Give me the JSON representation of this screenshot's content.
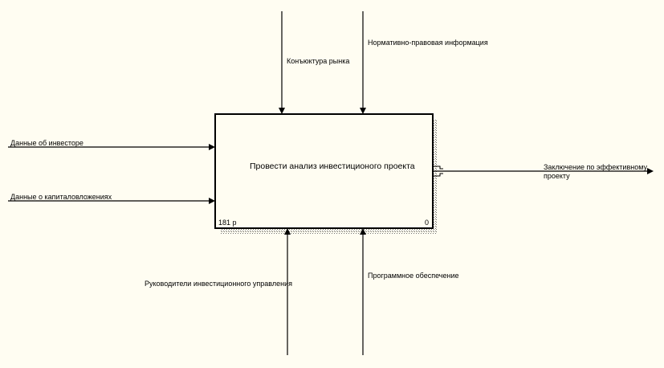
{
  "diagram": {
    "activity": {
      "title": "Провести анализ инвестиционого проекта",
      "cost": "181 р",
      "number": "0"
    },
    "controls": [
      {
        "label": "Конъюктура рынка"
      },
      {
        "label": "Нормативно-правовая информация"
      }
    ],
    "inputs": [
      {
        "label": "Данные об инвесторе"
      },
      {
        "label": "Данные о капиталовложениях"
      }
    ],
    "outputs": [
      {
        "label": "Заключение по эффективному проекту"
      }
    ],
    "mechanisms": [
      {
        "label": "Руководители инвестиционного управления"
      },
      {
        "label": "Программное обеспечение"
      }
    ],
    "colors": {
      "background": "#fffdf2",
      "line": "#000000"
    }
  }
}
